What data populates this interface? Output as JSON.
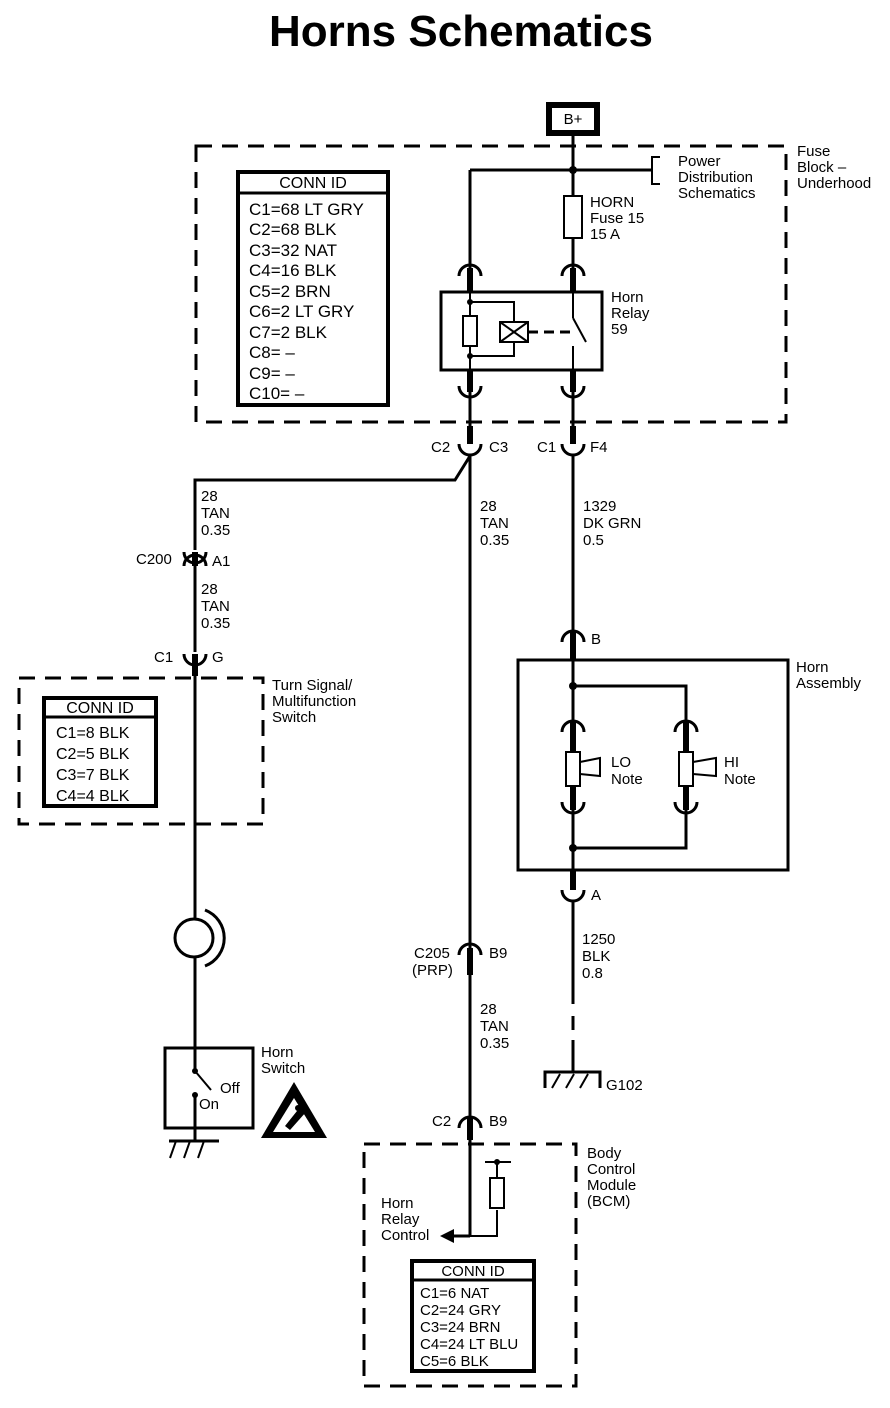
{
  "title": "Horns Schematics",
  "battery_label": "B+",
  "fuse_block": {
    "label": [
      "Fuse",
      "Block –",
      "Underhood"
    ],
    "power_dist": [
      "Power",
      "Distribution",
      "Schematics"
    ],
    "fuse_label": [
      "HORN",
      "Fuse 15",
      "15 A"
    ],
    "relay_label": [
      "Horn",
      "Relay",
      "59"
    ],
    "conn_id": {
      "title": "CONN ID",
      "rows": [
        "C1=68 LT GRY",
        "C2=68 BLK",
        "C3=32 NAT",
        "C4=16 BLK",
        "C5=2 BRN",
        "C6=2 LT GRY",
        "C7=2 BLK",
        "C8= –",
        "C9= –",
        "C10= –"
      ]
    },
    "connectors": {
      "left_a": "C2",
      "left_b": "C3",
      "right_a": "C1",
      "right_b": "F4"
    }
  },
  "wires": {
    "w_28_tan_top": [
      "28",
      "TAN",
      "0.35"
    ],
    "w_28_tan_mid": [
      "28",
      "TAN",
      "0.35"
    ],
    "w_28_tan_center": [
      "28",
      "TAN",
      "0.35"
    ],
    "w_28_tan_bottom": [
      "28",
      "TAN",
      "0.35"
    ],
    "w_1329": [
      "1329",
      "DK GRN",
      "0.5"
    ],
    "w_1250": [
      "1250",
      "BLK",
      "0.8"
    ]
  },
  "connectors": {
    "c200": "C200",
    "c200_pin": "A1",
    "c1_g": "C1",
    "c1_g_pin": "G",
    "horn_b_pin": "B",
    "horn_a_pin": "A",
    "c205": "C205",
    "c205_sub": "(PRP)",
    "c205_pin": "B9",
    "c2_b9": "C2",
    "c2_b9_pin": "B9"
  },
  "turn_signal": {
    "label": [
      "Turn Signal/",
      "Multifunction",
      "Switch"
    ],
    "conn_id": {
      "title": "CONN ID",
      "rows": [
        "C1=8 BLK",
        "C2=5 BLK",
        "C3=7 BLK",
        "C4=4 BLK"
      ]
    }
  },
  "horn_switch": {
    "label": [
      "Horn",
      "Switch"
    ],
    "off": "Off",
    "on": "On"
  },
  "horn_assembly": {
    "label": [
      "Horn",
      "Assembly"
    ],
    "lo": [
      "LO",
      "Note"
    ],
    "hi": [
      "HI",
      "Note"
    ]
  },
  "ground": "G102",
  "bcm": {
    "label": [
      "Body",
      "Control",
      "Module",
      "(BCM)"
    ],
    "relay_control": [
      "Horn",
      "Relay",
      "Control"
    ],
    "conn_id": {
      "title": "CONN ID",
      "rows": [
        "C1=6 NAT",
        "C2=24 GRY",
        "C3=24 BRN",
        "C4=24 LT BLU",
        "C5=6 BLK"
      ]
    }
  }
}
